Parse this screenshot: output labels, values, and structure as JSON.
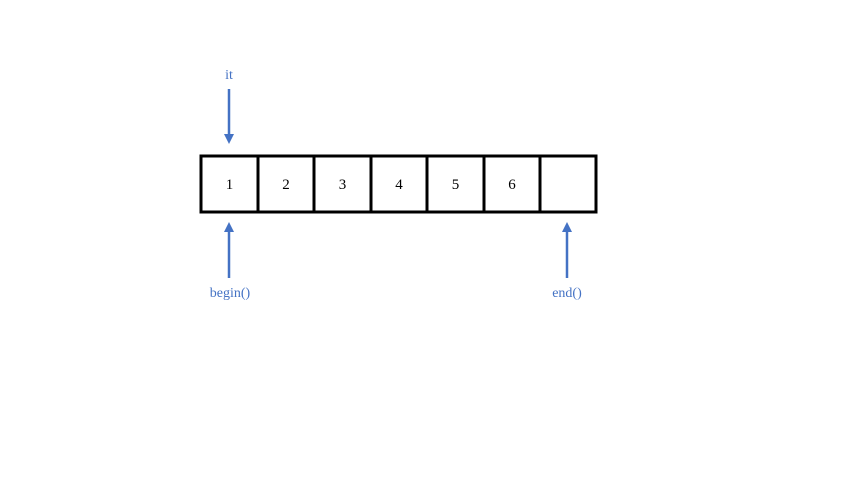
{
  "array": {
    "cells": [
      "1",
      "2",
      "3",
      "4",
      "5",
      "6",
      ""
    ]
  },
  "pointers": {
    "it": {
      "label": "it",
      "cell": 0,
      "position": "above"
    },
    "begin": {
      "label": "begin()",
      "cell": 0,
      "position": "below"
    },
    "end": {
      "label": "end()",
      "cell": 6,
      "position": "below"
    }
  },
  "colors": {
    "arrow": "#4472C4",
    "label": "#4472C4",
    "cell_border": "#000000",
    "text": "#000000"
  }
}
